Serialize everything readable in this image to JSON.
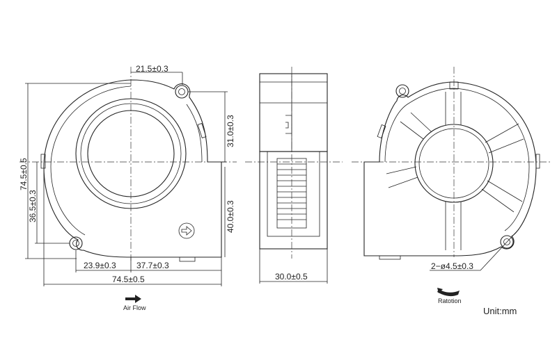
{
  "dimensions": {
    "top_offset": "21.5±0.3",
    "overall_height": "74.5±0.5",
    "lower_height": "36.5±0.3",
    "upper_outlet": "31.0±0.3",
    "lower_outlet": "40.0±0.3",
    "bottom_left": "23.9±0.3",
    "bottom_right": "37.7±0.3",
    "overall_width": "74.5±0.5",
    "side_width": "30.0±0.5",
    "hole": "2−ø4.5±0.3"
  },
  "labels": {
    "air_flow": "Air Flow",
    "rotation": "Ratotion",
    "unit": "Unit:mm"
  },
  "icons": {
    "air_flow": "right-arrow-icon",
    "rotation": "curved-arrow-icon",
    "flow_marker": "hollow-arrow-circle-icon"
  },
  "colors": {
    "line": "#222222",
    "background": "#ffffff"
  }
}
